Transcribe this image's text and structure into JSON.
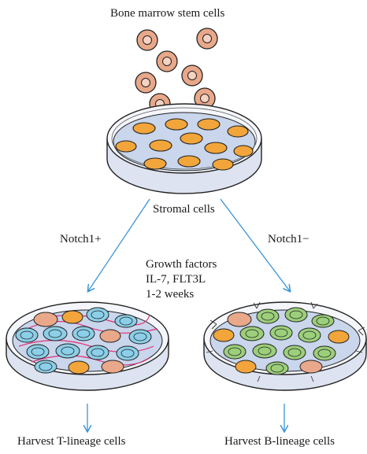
{
  "title": "Bone marrow stem cells",
  "stromal_label": "Stromal cells",
  "notch_pos_label": "Notch1+",
  "notch_neg_label": "Notch1−",
  "conditions": {
    "line1": "Growth factors",
    "line2": "IL-7, FLT3L",
    "line3": "1-2 weeks"
  },
  "harvest_t_label": "Harvest T-lineage cells",
  "harvest_b_label": "Harvest B-lineage cells",
  "colors": {
    "stem_cell": "#e9a88a",
    "stromal_cell": "#f2a53a",
    "t_cell": "#8ccfe8",
    "b_cell": "#9ccf7a",
    "medium": "#c9d6ec",
    "arrow": "#3a93d6",
    "notch_fiber": "#e0307a"
  }
}
